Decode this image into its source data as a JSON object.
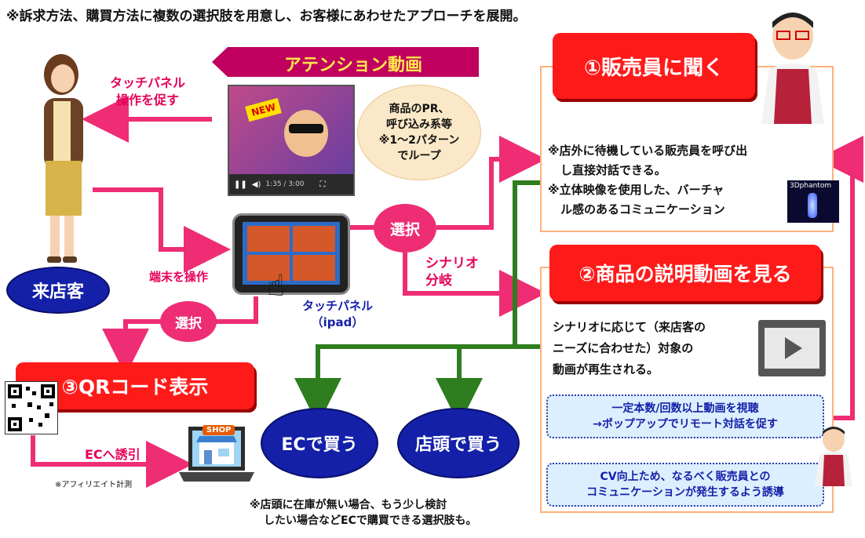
{
  "header": {
    "text": "※訴求方法、購買方法に複数の選択肢を用意し、お客様にあわせたアプローチを展開。"
  },
  "attention": {
    "banner_label": "アテンション動画",
    "bubble_lines": [
      "商品のPR、",
      "呼び込み系等",
      "※1〜2パターン",
      "でループ"
    ],
    "video_new_badge": "NEW",
    "video_time": "1:35 / 3:00"
  },
  "customer": {
    "label": "来店客",
    "touch_prompt_lines": [
      "タッチパネル",
      "操作を促す"
    ],
    "operate_label": "端末を操作"
  },
  "tablet": {
    "caption_lines": [
      "タッチパネル",
      "（ipad）"
    ]
  },
  "select": {
    "label_top": "選択",
    "label_bottom": "選択"
  },
  "scenario": {
    "lines": [
      "シナリオ",
      "分岐"
    ]
  },
  "option1": {
    "title": "①販売員に聞く",
    "body_lines": [
      "※店外に待機している販売員を呼び出",
      "し直接対話できる。",
      "※立体映像を使用した、バーチャ",
      "ル感のあるコミュニケーション"
    ],
    "thumb_label": "3Dphantom"
  },
  "option2": {
    "title": "②商品の説明動画を見る",
    "body_lines": [
      "シナリオに応じて（来店客の",
      "ニーズに合わせた）対象の",
      "動画が再生される。"
    ],
    "note1_lines": [
      "一定本数/回数以上動画を視聴",
      "→ポップアップでリモート対話を促す"
    ],
    "note2_lines": [
      "CV向上ため、なるべく販売員との",
      "コミュニケーションが発生するよう誘導"
    ]
  },
  "option3": {
    "title": "③QRコード表示",
    "ec_lead": "ECへ誘引",
    "affiliate": "※アフィリエイト計測",
    "shop_sign": "SHOP"
  },
  "buy": {
    "ec": "ECで買う",
    "store": "店頭で買う",
    "footnote_lines": [
      "※店頭に在庫が無い場合、もう少し検討",
      "したい場合などECで購買できる選択肢も。"
    ]
  },
  "colors": {
    "red": "#ff1a1a",
    "pink": "#e6005a",
    "navy": "#1420a8",
    "green": "#2e7d1e",
    "orange": "#ffb07a"
  }
}
